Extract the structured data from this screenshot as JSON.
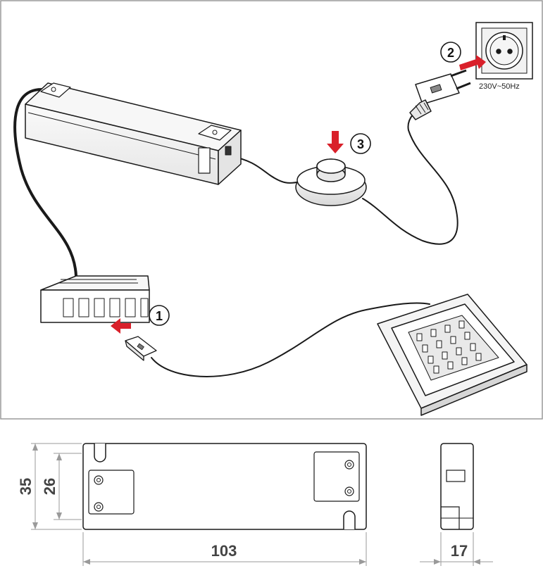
{
  "steps": [
    {
      "number": "1"
    },
    {
      "number": "2"
    },
    {
      "number": "3"
    }
  ],
  "outlet": {
    "voltage_label": "230V~50Hz"
  },
  "dimensions": {
    "height_outer": "35",
    "height_inner": "26",
    "length": "103",
    "depth": "17"
  },
  "colors": {
    "arrow": "#d9202a",
    "cable": "#1a1a1a",
    "frame": "#9a9a9a"
  }
}
